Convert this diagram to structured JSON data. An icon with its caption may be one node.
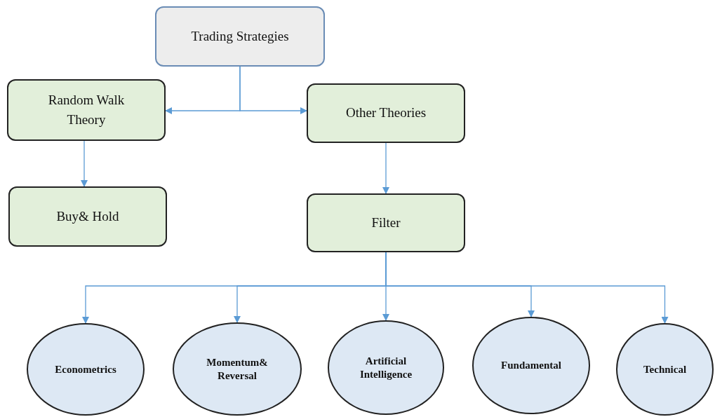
{
  "diagram": {
    "nodes": [
      {
        "text": [
          "Trading Strategies"
        ]
      },
      {
        "text": [
          "Random Walk Theory"
        ]
      },
      {
        "text": [
          "Other Theories"
        ]
      },
      {
        "text": [
          "Buy& Hold"
        ]
      },
      {
        "text": [
          "Filter"
        ]
      },
      {
        "text": [
          "Econometrics"
        ]
      },
      {
        "text": [
          "Momentum& Reversal"
        ]
      },
      {
        "text": [
          "Artificial Intelligence"
        ]
      },
      {
        "text": [
          "Fundamental"
        ]
      },
      {
        "text": [
          "Technical"
        ]
      }
    ],
    "edges": [
      {
        "from": 0,
        "to": 1,
        "arrow": "to"
      },
      {
        "from": 0,
        "to": 2,
        "arrow": "to"
      },
      {
        "from": 1,
        "to": 3,
        "arrow": "to"
      },
      {
        "from": 2,
        "to": 4,
        "arrow": "to"
      },
      {
        "from": 4,
        "to": 5,
        "arrow": "to"
      },
      {
        "from": 4,
        "to": 6,
        "arrow": "to"
      },
      {
        "from": 4,
        "to": 7,
        "arrow": "to"
      },
      {
        "from": 4,
        "to": 8,
        "arrow": "to"
      },
      {
        "from": 4,
        "to": 9,
        "arrow": "to"
      }
    ]
  }
}
